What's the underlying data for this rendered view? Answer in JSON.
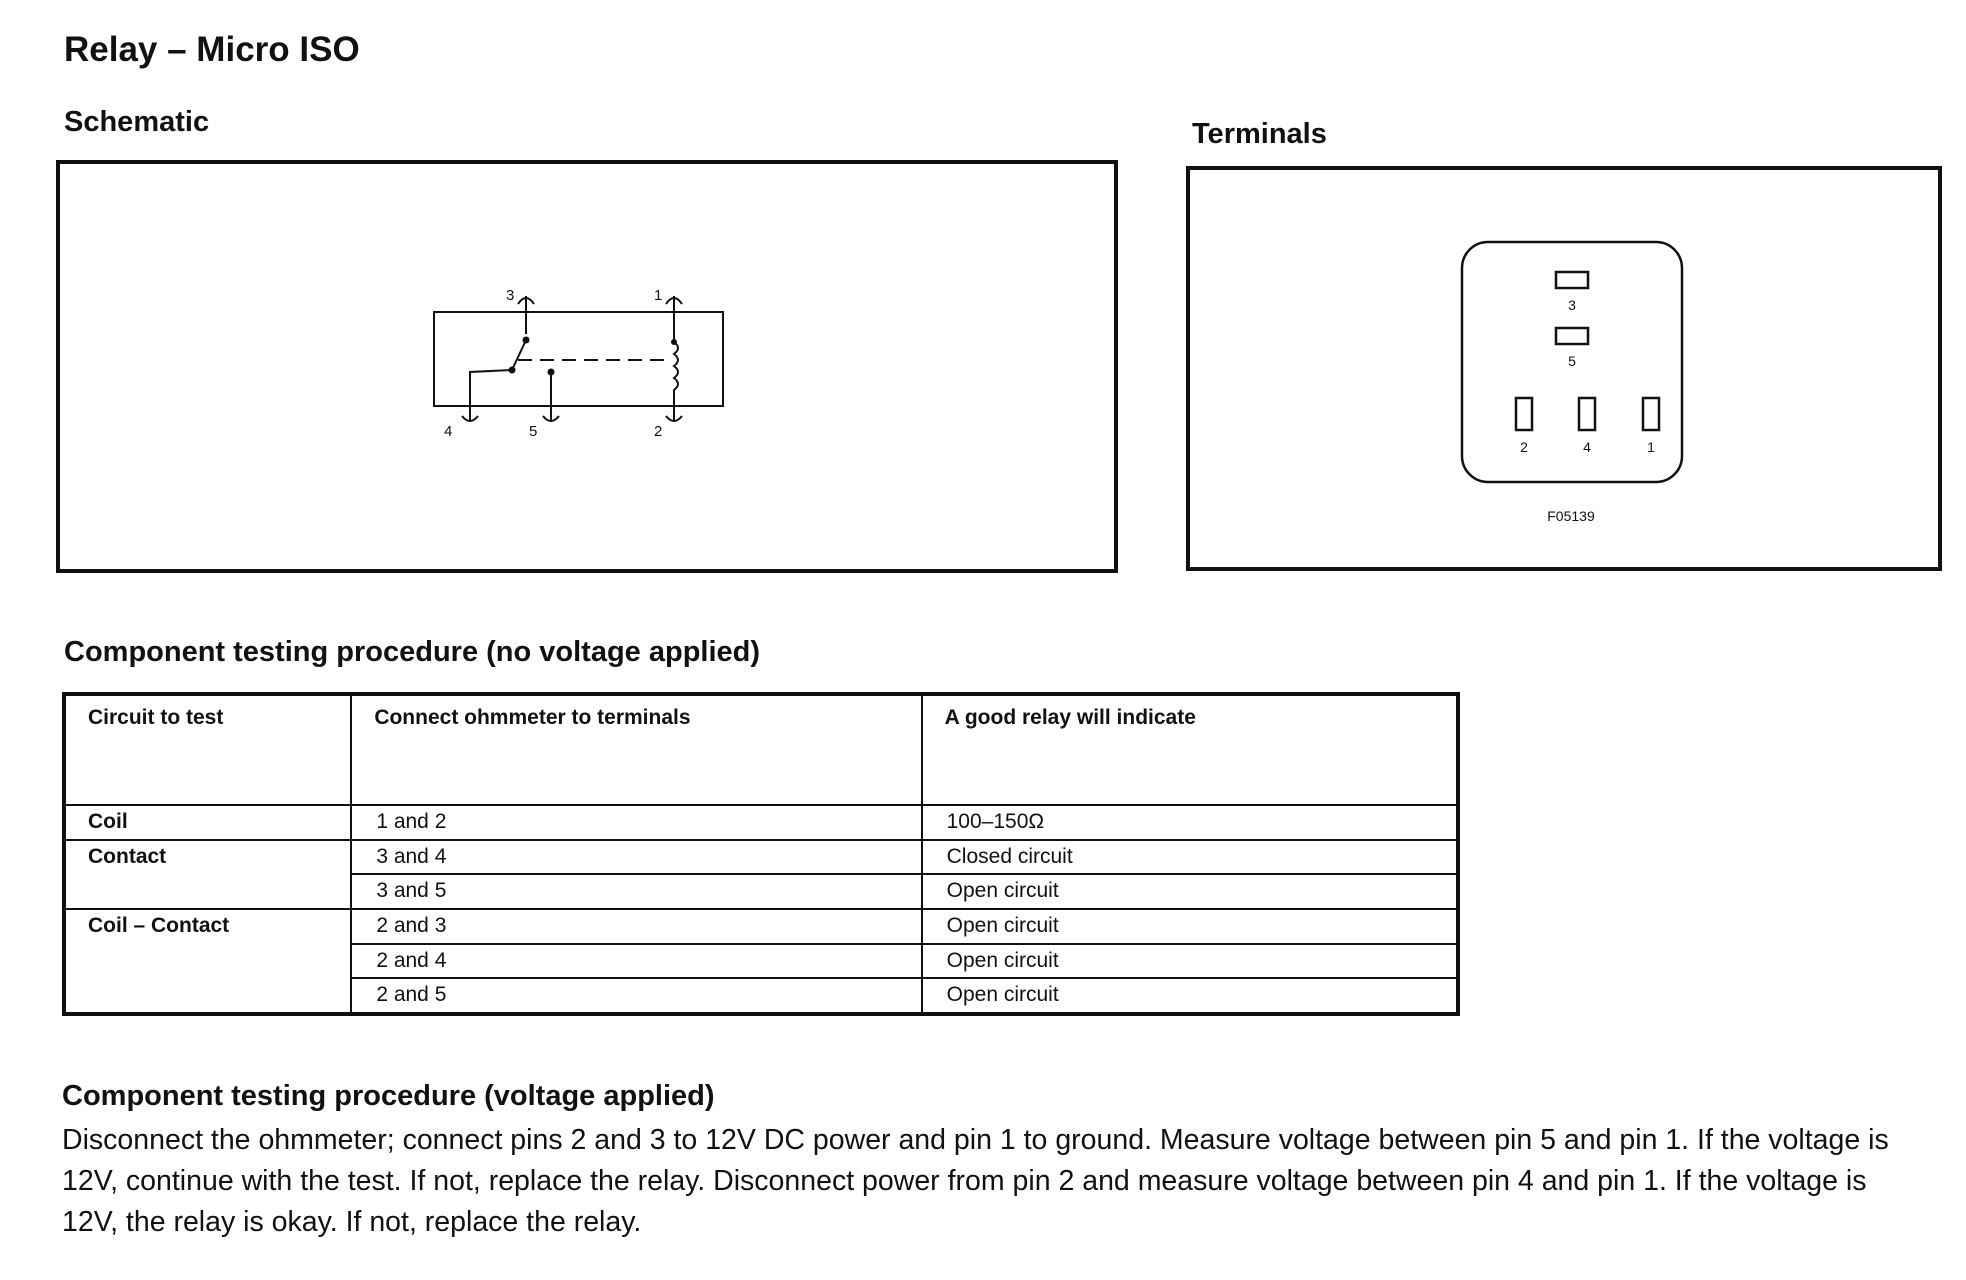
{
  "page": {
    "title": "Relay – Micro ISO"
  },
  "schematic": {
    "heading": "Schematic",
    "pins": {
      "p1": "1",
      "p2": "2",
      "p3": "3",
      "p4": "4",
      "p5": "5"
    }
  },
  "terminals": {
    "heading": "Terminals",
    "pins": {
      "p1": "1",
      "p2": "2",
      "p3": "3",
      "p4": "4",
      "p5": "5"
    },
    "figure_code": "F05139"
  },
  "no_voltage": {
    "heading": "Component testing procedure (no voltage applied)",
    "columns": [
      "Circuit to test",
      "Connect ohmmeter to terminals",
      "A good relay will indicate"
    ],
    "rows": [
      {
        "circuit": "Coil",
        "terminals": "1 and 2",
        "result": "100–150Ω"
      },
      {
        "circuit": "Contact",
        "terminals": "3 and 4",
        "result": "Closed circuit"
      },
      {
        "circuit": "",
        "terminals": "3 and 5",
        "result": "Open circuit"
      },
      {
        "circuit": "Coil – Contact",
        "terminals": "2 and 3",
        "result": "Open circuit"
      },
      {
        "circuit": "",
        "terminals": "2 and 4",
        "result": "Open circuit"
      },
      {
        "circuit": "",
        "terminals": "2 and 5",
        "result": "Open circuit"
      }
    ]
  },
  "voltage_applied": {
    "heading": "Component testing procedure (voltage applied)",
    "body": "Disconnect the ohmmeter; connect pins 2 and 3 to 12V DC power and pin 1 to ground. Measure voltage between pin 5 and pin 1. If the voltage is 12V, continue with the test. If not, replace the relay. Disconnect power from pin 2 and measure voltage between pin 4 and pin 1. If the voltage is 12V, the relay is okay. If not, replace the relay."
  }
}
